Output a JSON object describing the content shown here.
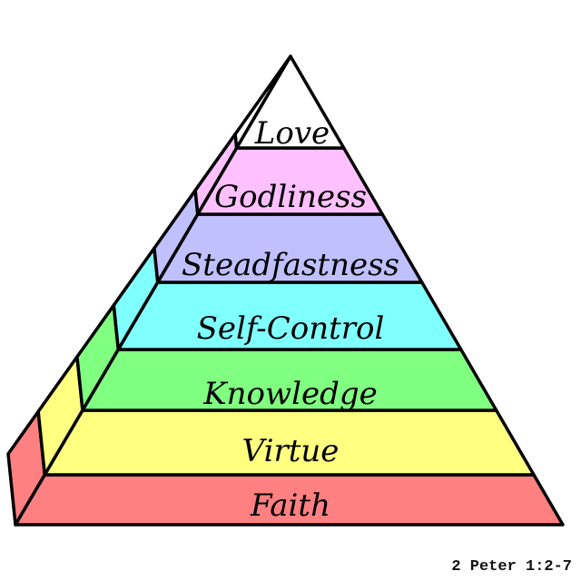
{
  "layers": [
    {
      "label": "Faith",
      "color": "#ff8080"
    },
    {
      "label": "Virtue",
      "color": "#ffff80"
    },
    {
      "label": "Knowledge",
      "color": "#80ff80"
    },
    {
      "label": "Self-Control",
      "color": "#80ffff"
    },
    {
      "label": "Steadfastness",
      "color": "#c0c0ff"
    },
    {
      "label": "Godliness",
      "color": "#ffc0ff"
    },
    {
      "label": "Love",
      "color": "#ffffff"
    }
  ],
  "caption": "2 Peter 1:2-7"
}
